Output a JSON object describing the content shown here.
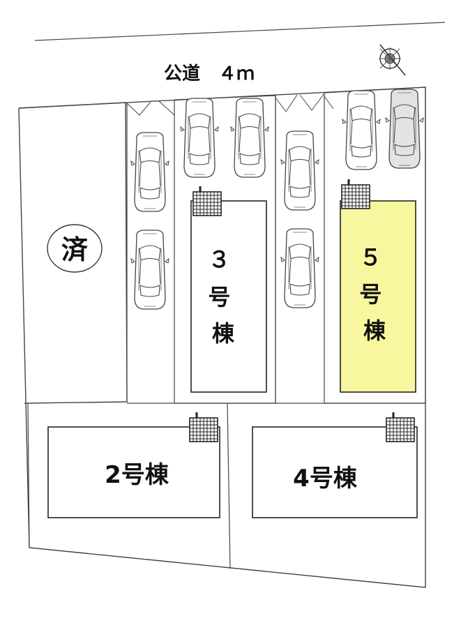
{
  "road": {
    "label": "公道　４ｍ"
  },
  "lots": {
    "sold": {
      "mark": "済"
    },
    "building3": {
      "label_lines": [
        "３",
        "号",
        "棟"
      ]
    },
    "building5": {
      "label_lines": [
        "５",
        "号",
        "棟"
      ],
      "highlight": "#f9f6a0"
    },
    "building2": {
      "label": "2号棟"
    },
    "building4": {
      "label": "4号棟"
    }
  },
  "icons": {
    "compass": "compass-north-arrow-icon",
    "meter": "utility-meter-grid-icon",
    "car": "car-top-view-icon"
  },
  "colors": {
    "line": "#444444",
    "highlight": "#f9f6a0",
    "car_fill": "#ffffff",
    "car_fill_alt": "#e3e3e3"
  }
}
